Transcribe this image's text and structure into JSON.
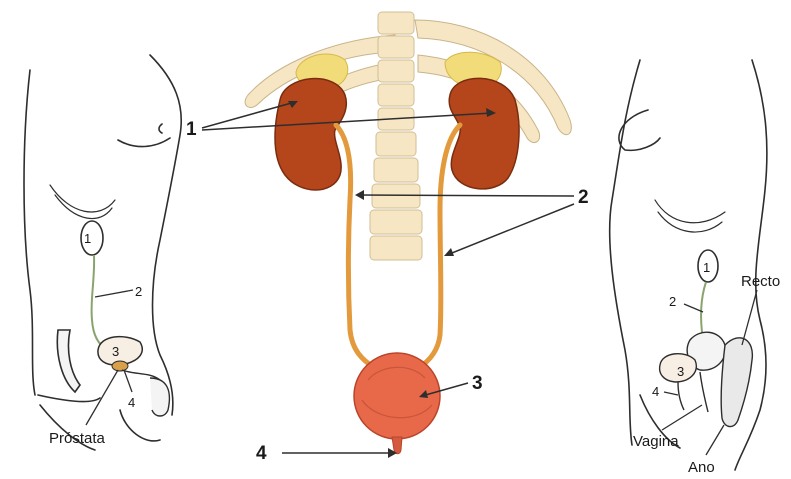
{
  "center": {
    "labels": [
      "1",
      "2",
      "3",
      "4"
    ]
  },
  "male_figure": {
    "labels": [
      "1",
      "2",
      "3",
      "4"
    ],
    "prostate_label": "Próstata"
  },
  "female_figure": {
    "labels": [
      "1",
      "2",
      "3",
      "4"
    ],
    "rectum_label": "Recto",
    "vagina_label": "Vagina",
    "anus_label": "Ano"
  },
  "colors": {
    "kidney": "#b5461c",
    "adrenal": "#f2dc7a",
    "ureter": "#e39a3c",
    "bladder": "#e8684a",
    "spine": "#f6e6c4",
    "outline": "#333333"
  }
}
